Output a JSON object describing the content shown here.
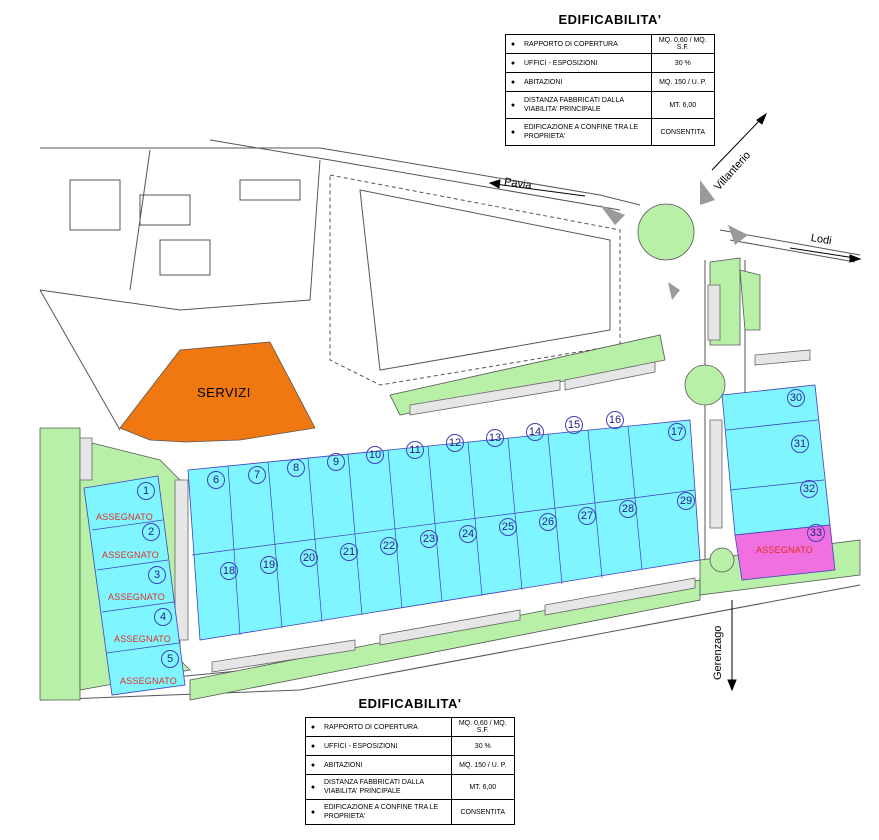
{
  "edificabilita": {
    "title": "EDIFICABILITA'",
    "rows": [
      {
        "label": "RAPPORTO DI COPERTURA",
        "value": "MQ. 0,60 / MQ. S.F."
      },
      {
        "label": "UFFICI - ESPOSIZIONI",
        "value": "30 %"
      },
      {
        "label": "ABITAZIONI",
        "value": "MQ. 150 / U. P."
      },
      {
        "label": "DISTANZA FABBRICATI DALLA VIABILITA' PRINCIPALE",
        "value": "MT. 6,00"
      },
      {
        "label": "EDIFICAZIONE A CONFINE TRA LE PROPRIETA'",
        "value": "CONSENTITA"
      }
    ]
  },
  "map": {
    "servizi_label": "SERVIZI",
    "assegnato_label": "ASSEGNATO",
    "directions": {
      "pavia": "Pavia",
      "villanterio": "Villanterio",
      "lodi": "Lodi",
      "gerenzago": "Gerenzago"
    },
    "lots": [
      "1",
      "2",
      "3",
      "4",
      "5",
      "6",
      "7",
      "8",
      "9",
      "10",
      "11",
      "12",
      "13",
      "14",
      "15",
      "16",
      "17",
      "18",
      "19",
      "20",
      "21",
      "22",
      "23",
      "24",
      "25",
      "26",
      "27",
      "28",
      "29",
      "30",
      "31",
      "32",
      "33"
    ],
    "colors": {
      "lots": "#7ff5ff",
      "green": "#b8f0a8",
      "servizi": "#f07810",
      "assigned_special": "#f070e0",
      "line": "#4040c0"
    }
  }
}
